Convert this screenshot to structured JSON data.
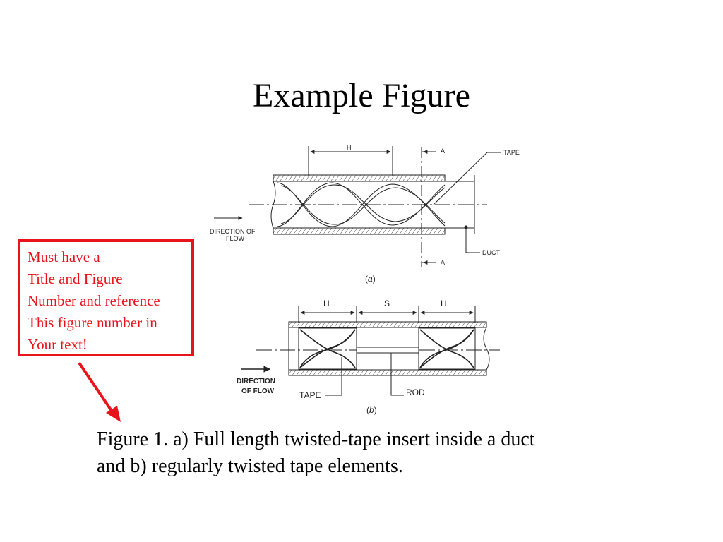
{
  "slide": {
    "title": "Example Figure",
    "caption_line1": "Figure 1. a) Full length twisted-tape insert inside a duct",
    "caption_line2": "and b) regularly twisted tape elements."
  },
  "callout": {
    "lines": [
      "Must have a",
      "Title and Figure",
      "Number and reference",
      "This figure number in",
      "Your text!"
    ],
    "color": "#e8141c"
  },
  "figure_a": {
    "label_h": "H",
    "label_a_top": "A",
    "label_a_bottom": "A",
    "label_tape": "TAPE",
    "label_duct": "DUCT",
    "label_direction_line1": "DIRECTION OF",
    "label_direction_line2": "FLOW",
    "sublabel": "a"
  },
  "figure_b": {
    "label_h_left": "H",
    "label_s": "S",
    "label_h_right": "H",
    "label_direction_line1": "DIRECTION",
    "label_direction_line2": "OF FLOW",
    "label_tape": "TAPE",
    "label_rod": "ROD",
    "sublabel": "b"
  }
}
